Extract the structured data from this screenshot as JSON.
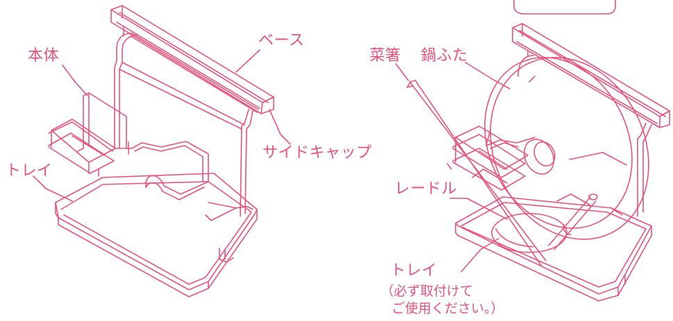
{
  "labels": {
    "body": "本体",
    "base": "ベース",
    "side_cap": "サイドキャップ",
    "tray_left": "トレイ",
    "chopsticks": "菜箸",
    "pot_lid": "鍋ふた",
    "ladle": "レードル",
    "tray_right": "トレイ",
    "tray_note_line1": "（必ず取付けて",
    "tray_note_line2": "ご使用ください。）"
  },
  "colors": {
    "line": "#e8527a",
    "text": "#e8527a",
    "background": "#ffffff"
  }
}
